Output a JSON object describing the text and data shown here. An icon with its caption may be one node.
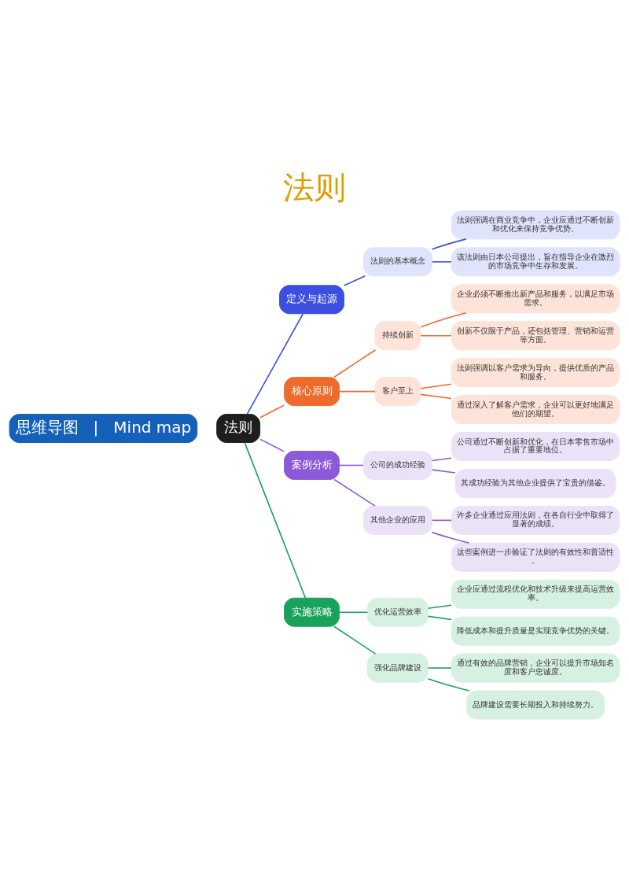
{
  "diagram": {
    "title": "法则",
    "labels": [
      "思维导图",
      "|",
      "Mind map"
    ],
    "nodes": [
      {
        "text": [
          "法则"
        ]
      },
      {
        "text": [
          "定义与起源"
        ]
      },
      {
        "text": [
          "法则的基本概念"
        ]
      },
      {
        "text": [
          "法则强调在商业竞争中，企业应通过不断创新和优化来保持竞争优势。"
        ]
      },
      {
        "text": [
          "该法则由日本公司提出，旨在指导企业在激烈的市场竞争中生存和发展。"
        ]
      },
      {
        "text": [
          "核心原则"
        ]
      },
      {
        "text": [
          "持续创新"
        ]
      },
      {
        "text": [
          "企业必须不断推出新产品和服务，以满足市场需求。"
        ]
      },
      {
        "text": [
          "创新不仅限于产品，还包括管理、营销和运营等方面。"
        ]
      },
      {
        "text": [
          "客户至上"
        ]
      },
      {
        "text": [
          "法则强调以客户需求为导向，提供优质的产品和服务。"
        ]
      },
      {
        "text": [
          "通过深入了解客户需求，企业可以更好地满足他们的期望。"
        ]
      },
      {
        "text": [
          "案例分析"
        ]
      },
      {
        "text": [
          "公司的成功经验"
        ]
      },
      {
        "text": [
          "公司通过不断创新和优化，在日本零售市场中占据了重要地位。"
        ]
      },
      {
        "text": [
          "其成功经验为其他企业提供了宝贵的借鉴。"
        ]
      },
      {
        "text": [
          "其他企业的应用"
        ]
      },
      {
        "text": [
          "许多企业通过应用法则，在各自行业中取得了显著的成绩。"
        ]
      },
      {
        "text": [
          "这些案例进一步验证了法则的有效性和普适性。"
        ]
      },
      {
        "text": [
          "实施策略"
        ]
      },
      {
        "text": [
          "优化运营效率"
        ]
      },
      {
        "text": [
          "企业应通过流程优化和技术升级来提高运营效率。"
        ]
      },
      {
        "text": [
          "降低成本和提升质量是实现竞争优势的关键。"
        ]
      },
      {
        "text": [
          "强化品牌建设"
        ]
      },
      {
        "text": [
          "通过有效的品牌营销，企业可以提升市场知名度和客户忠诚度。"
        ]
      },
      {
        "text": [
          "品牌建设需要长期投入和持续努力。"
        ]
      }
    ],
    "edges": [
      {
        "from": 0,
        "to": 1,
        "arrow": "none",
        "color": "#3d4fe0"
      },
      {
        "from": 1,
        "to": 2,
        "arrow": "none",
        "color": "#3d4fe0"
      },
      {
        "from": 2,
        "to": 3,
        "arrow": "none",
        "color": "#3d4fe0"
      },
      {
        "from": 2,
        "to": 4,
        "arrow": "none",
        "color": "#3d4fe0"
      },
      {
        "from": 0,
        "to": 5,
        "arrow": "none",
        "color": "#f06a2c"
      },
      {
        "from": 5,
        "to": 6,
        "arrow": "none",
        "color": "#f06a2c"
      },
      {
        "from": 6,
        "to": 7,
        "arrow": "none",
        "color": "#f06a2c"
      },
      {
        "from": 6,
        "to": 8,
        "arrow": "none",
        "color": "#f06a2c"
      },
      {
        "from": 5,
        "to": 9,
        "arrow": "none",
        "color": "#f06a2c"
      },
      {
        "from": 9,
        "to": 10,
        "arrow": "none",
        "color": "#f06a2c"
      },
      {
        "from": 9,
        "to": 11,
        "arrow": "none",
        "color": "#f06a2c"
      },
      {
        "from": 0,
        "to": 12,
        "arrow": "none",
        "color": "#8c5ad8"
      },
      {
        "from": 12,
        "to": 13,
        "arrow": "none",
        "color": "#8c5ad8"
      },
      {
        "from": 13,
        "to": 14,
        "arrow": "none",
        "color": "#8c5ad8"
      },
      {
        "from": 13,
        "to": 15,
        "arrow": "none",
        "color": "#8c5ad8"
      },
      {
        "from": 12,
        "to": 16,
        "arrow": "none",
        "color": "#8c5ad8"
      },
      {
        "from": 16,
        "to": 17,
        "arrow": "none",
        "color": "#8c5ad8"
      },
      {
        "from": 16,
        "to": 18,
        "arrow": "none",
        "color": "#8c5ad8"
      },
      {
        "from": 0,
        "to": 19,
        "arrow": "none",
        "color": "#17a35a"
      },
      {
        "from": 19,
        "to": 20,
        "arrow": "none",
        "color": "#17a35a"
      },
      {
        "from": 20,
        "to": 21,
        "arrow": "none",
        "color": "#17a35a"
      },
      {
        "from": 20,
        "to": 22,
        "arrow": "none",
        "color": "#17a35a"
      },
      {
        "from": 19,
        "to": 23,
        "arrow": "none",
        "color": "#17a35a"
      },
      {
        "from": 23,
        "to": 24,
        "arrow": "none",
        "color": "#17a35a"
      },
      {
        "from": 23,
        "to": 25,
        "arrow": "none",
        "color": "#17a35a"
      }
    ]
  }
}
